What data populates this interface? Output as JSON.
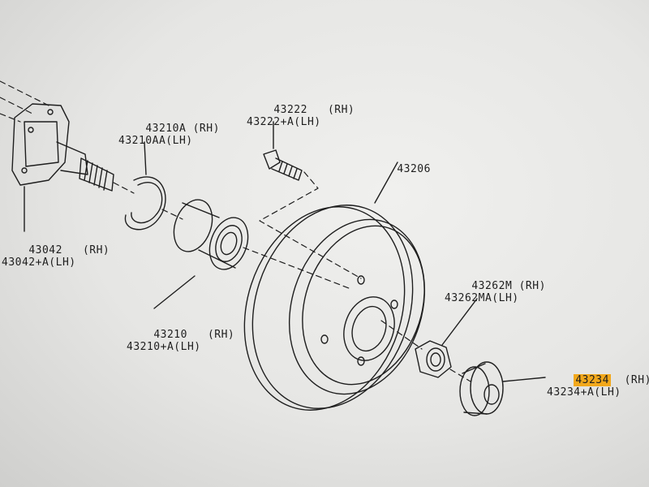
{
  "highlight_color": "#f2a81b",
  "parts": [
    {
      "id": "flange-shaft",
      "codes": [
        "43042",
        "43042+A"
      ],
      "sides": [
        "(RH)",
        "(LH)"
      ]
    },
    {
      "id": "snap-ring",
      "codes": [
        "43210A",
        "43210AA"
      ],
      "sides": [
        "(RH)",
        "(LH)"
      ]
    },
    {
      "id": "wheel-bearing",
      "codes": [
        "43210",
        "43210+A"
      ],
      "sides": [
        "(RH)",
        "(LH)"
      ]
    },
    {
      "id": "hub-bolt",
      "codes": [
        "43222",
        "43222+A"
      ],
      "sides": [
        "(RH)",
        "(LH)"
      ]
    },
    {
      "id": "brake-drum",
      "codes": [
        "43206"
      ],
      "sides": []
    },
    {
      "id": "hub-nut",
      "codes": [
        "43262M",
        "43262MA"
      ],
      "sides": [
        "(RH)",
        "(LH)"
      ]
    },
    {
      "id": "hub-cap",
      "codes": [
        "43234",
        "43234+A"
      ],
      "sides": [
        "(RH)",
        "(LH)"
      ],
      "highlighted_code": "43234"
    }
  ]
}
